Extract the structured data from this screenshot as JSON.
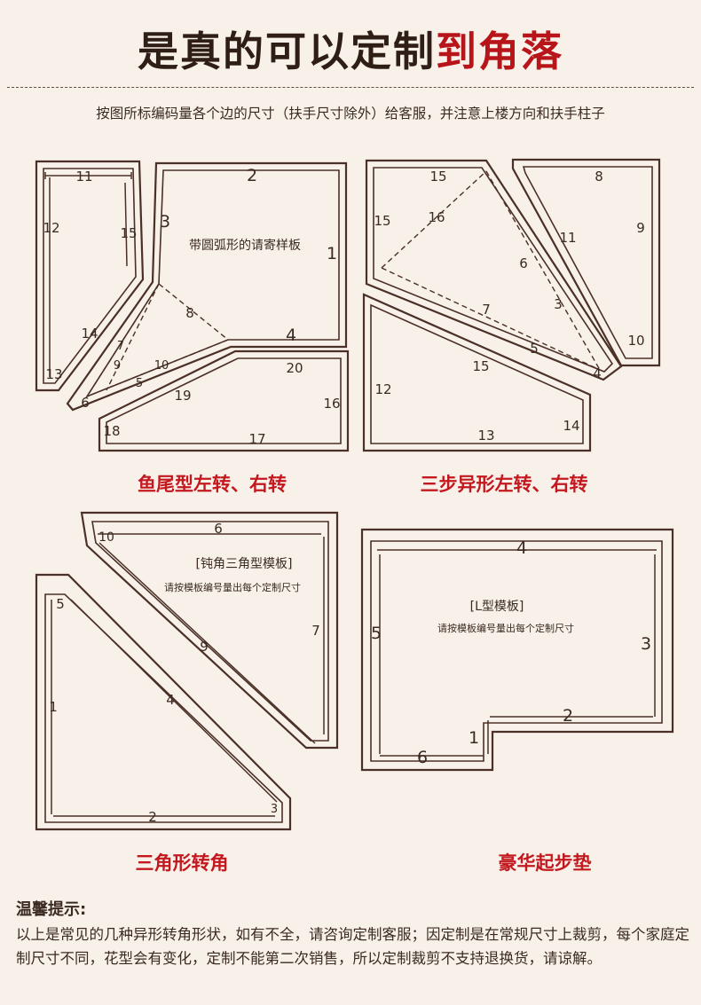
{
  "header": {
    "title_part1": "是真的可以定制",
    "title_part2": "到角落",
    "subtitle": "按图所标编码量各个边的尺寸（扶手尺寸除外）给客服，并注意上楼方向和扶手柱子"
  },
  "captions": {
    "fishtail": "鱼尾型左转、右转",
    "three_step": "三步异形左转、右转",
    "triangle": "三角形转角",
    "luxury": "豪华起步垫"
  },
  "fishtail": {
    "labels": [
      "11",
      "12",
      "15",
      "14",
      "13",
      "2",
      "3",
      "1",
      "4",
      "8",
      "7",
      "9",
      "10",
      "5",
      "6",
      "20",
      "16",
      "19",
      "18",
      "17"
    ],
    "note": "带圆弧形的请寄样板"
  },
  "three_step": {
    "labels": [
      "15",
      "16",
      "15",
      "6",
      "7",
      "3",
      "5",
      "4",
      "8",
      "11",
      "9",
      "10",
      "15",
      "12",
      "14",
      "13"
    ]
  },
  "triangle": {
    "labels": [
      "10",
      "6",
      "7",
      "9",
      "5",
      "4",
      "1",
      "2",
      "3"
    ],
    "template_title": "[钝角三角型模板]",
    "template_note": "请按模板编号量出每个定制尺寸"
  },
  "luxury": {
    "labels": [
      "4",
      "5",
      "3",
      "2",
      "1",
      "6"
    ],
    "template_title": "[L型模板]",
    "template_note": "请按模板编号量出每个定制尺寸"
  },
  "tips": {
    "title": "温馨提示:",
    "body": "以上是常见的几种异形转角形状，如有不全，请咨询定制客服；因定制是在常规尺寸上裁剪，每个家庭定制尺寸不同，花型会有变化，定制不能第二次销售，所以定制裁剪不支持退换货，请谅解。"
  },
  "colors": {
    "background": "#f8f1ea",
    "outline": "#4a3026",
    "accent_red": "#c4181f",
    "title_dark": "#2e1e16"
  }
}
